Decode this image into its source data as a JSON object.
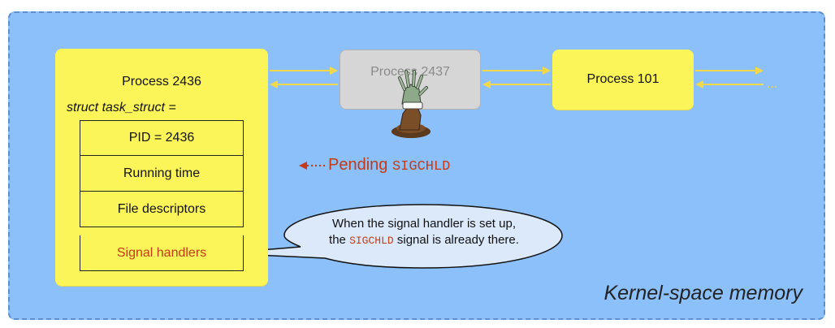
{
  "region": {
    "label": "Kernel-space memory"
  },
  "processes": {
    "p2436": {
      "title": "Process 2436",
      "struct_label": "struct task_struct =",
      "fields": [
        "PID = 2436",
        "Running time",
        "File descriptors",
        "Signal handlers"
      ]
    },
    "p2437": {
      "title": "Process 2437",
      "state": "zombie"
    },
    "p101": {
      "title": "Process 101"
    }
  },
  "pending": {
    "prefix": "Pending ",
    "code": "SIGCHLD"
  },
  "bubble": {
    "line1": "When the signal handler is set up,",
    "line2_before": "the ",
    "line2_code": "SIGCHLD",
    "line2_after": " signal is already there."
  },
  "continuation": "...",
  "colors": {
    "region_bg": "#8cc0fb",
    "process_bg": "#fcf55a",
    "zombie_bg": "#d6d6d6",
    "arrow": "#f3d94a",
    "signal_red": "#c33b16",
    "bubble_bg": "#dce9fb"
  },
  "icons": {
    "zombie": "zombie-hand-icon",
    "pending_arrow": "dotted-left-arrow-icon"
  }
}
